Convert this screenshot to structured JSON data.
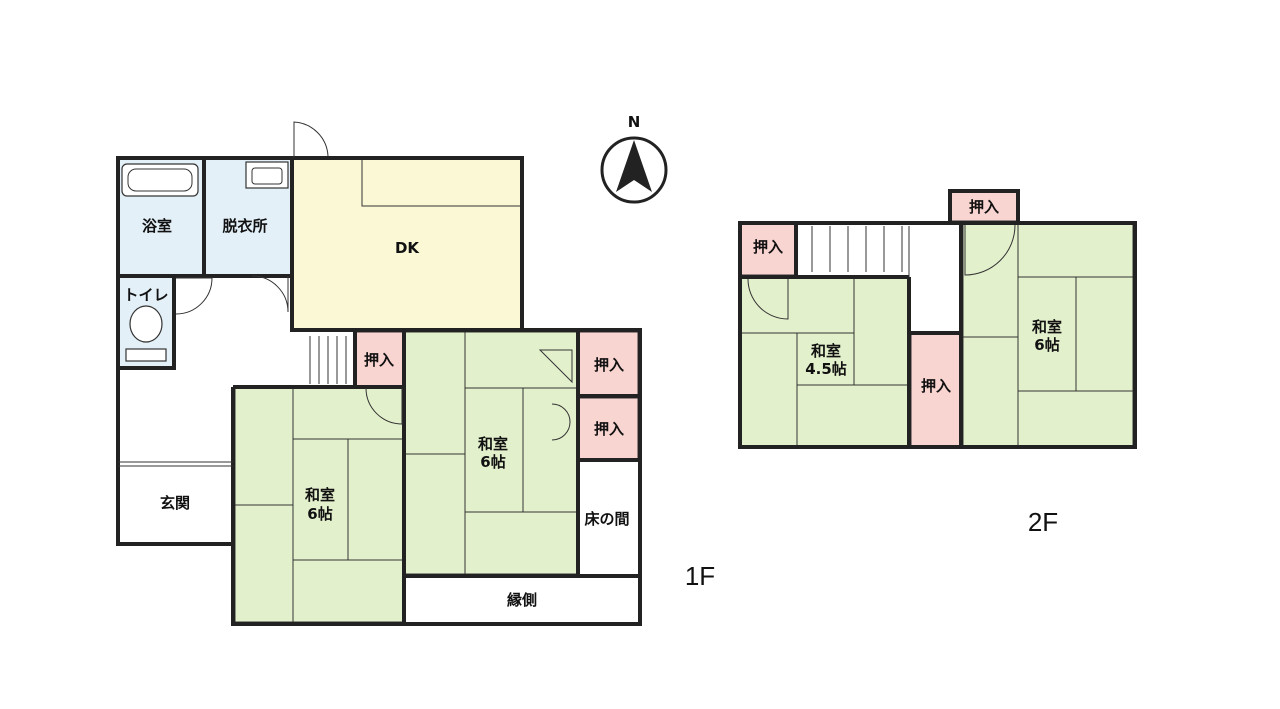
{
  "compass": {
    "letter": "N"
  },
  "floors": [
    {
      "id": "1f",
      "label": "1F"
    },
    {
      "id": "2f",
      "label": "2F"
    }
  ],
  "rooms_1f": {
    "bath": "浴室",
    "dressing": "脱衣所",
    "dk": "DK",
    "toilet": "トイレ",
    "entrance": "玄関",
    "oshiire_a": "押入",
    "oshiire_b": "押入",
    "oshiire_c": "押入",
    "washitsu_left_name": "和室",
    "washitsu_left_size": "6帖",
    "washitsu_center_name": "和室",
    "washitsu_center_size": "6帖",
    "tokonoma": "床の間",
    "engawa": "縁側"
  },
  "rooms_2f": {
    "oshiire_top": "押入",
    "oshiire_left": "押入",
    "oshiire_mid": "押入",
    "washitsu_small_name": "和室",
    "washitsu_small_size": "4.5帖",
    "washitsu_right_name": "和室",
    "washitsu_right_size": "6帖"
  },
  "colors": {
    "tatami": "#e3f0cc",
    "closet": "#f9d5d1",
    "kitchen": "#fbf9d5",
    "wet_area": "#e4f0f8",
    "wall": "#222222"
  }
}
